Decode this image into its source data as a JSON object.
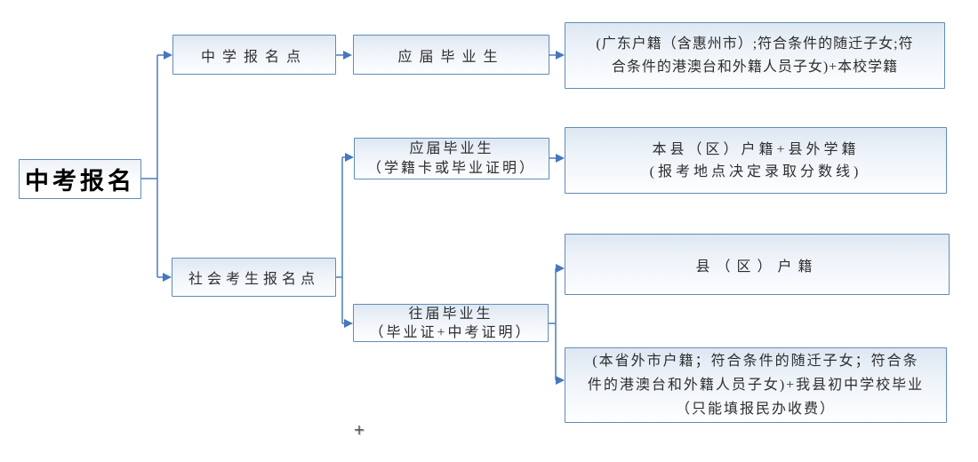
{
  "diagram": {
    "title_node": "中考报名",
    "palette": {
      "box_border": "#5f8cba",
      "box_fill_top": "#dde7f2",
      "box_fill_bottom": "#fdfeff",
      "connector_line": "#4a7ebb",
      "arrowhead": "#4577bf",
      "text": "#2e2e2e"
    },
    "nodes": {
      "root": {
        "lines": [
          "中考报名"
        ]
      },
      "school_point": {
        "lines": [
          "中学报名点"
        ]
      },
      "fresh_grad_school": {
        "lines": [
          "应届毕业生"
        ]
      },
      "school_eligibility": {
        "lines": [
          "(广东户籍（含惠州市）;符合条件的随迁子女;符",
          "合条件的港澳台和外籍人员子女)+本校学籍"
        ]
      },
      "social_point": {
        "lines": [
          "社会考生报名点"
        ]
      },
      "fresh_grad_social": {
        "lines": [
          "应届毕业生",
          "（学籍卡或毕业证明）"
        ]
      },
      "local_hukou": {
        "lines": [
          "本县（区）户籍+县外学籍",
          "(报考地点决定录取分数线)"
        ]
      },
      "former_grad": {
        "lines": [
          "往届毕业生",
          "（毕业证+中考证明）"
        ]
      },
      "county_hukou": {
        "lines": [
          "县（区）户籍"
        ]
      },
      "other_eligibility": {
        "lines": [
          "(本省外市户籍；符合条件的随迁子女；符合条",
          "件的港澳台和外籍人员子女)+我县初中学校毕业",
          "（只能填报民办收费）"
        ]
      }
    },
    "cursor": {
      "plus_mark": "+"
    }
  }
}
